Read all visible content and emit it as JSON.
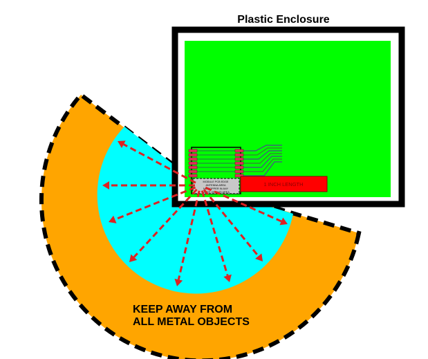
{
  "enclosure_title": "Plastic Enclosure",
  "warning_line1": "KEEP AWAY FROM",
  "warning_line2": "ALL METAL OBJECTS",
  "trace_label": "1 INCH LENGTH",
  "module_label_lines": [
    "MODULE PCB EDGE",
    "ANTENNA AREA",
    "NO COPPER IN ANY",
    "LAYER OR THIS AREA"
  ],
  "colors": {
    "keepout_zone": "#ffa500",
    "radiation_zone": "#00ffff",
    "pcb": "#00ff00",
    "enclosure_wall": "#000000",
    "trace": "#ff0000",
    "arrow": "#dd2222",
    "module_pads": "#e0305a",
    "antenna_area": "#c8c8c8"
  }
}
